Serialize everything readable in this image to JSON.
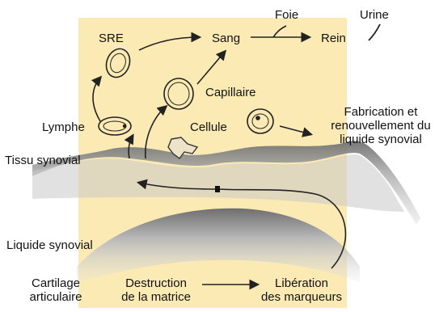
{
  "labels": {
    "sre": "SRE",
    "sang": "Sang",
    "foie": "Foie",
    "urine": "Urine",
    "rein": "Rein",
    "capillaire": "Capillaire",
    "lymphe": "Lymphe",
    "cellule": "Cellule",
    "fabrication": [
      "Fabrication et",
      "renouvellement du",
      "liquide synovial"
    ],
    "tissu_synovial": "Tissu synovial",
    "liquide_synovial": "Liquide synovial",
    "cartilage": [
      "Cartilage",
      "articulaire"
    ],
    "destruction": [
      "Destruction",
      "de la matrice"
    ],
    "liberation": [
      "Libération",
      "des marqueurs"
    ]
  },
  "colors": {
    "background_panel": "#fbeab4",
    "tissue": "#bdbdbd",
    "stroke": "#222222"
  }
}
